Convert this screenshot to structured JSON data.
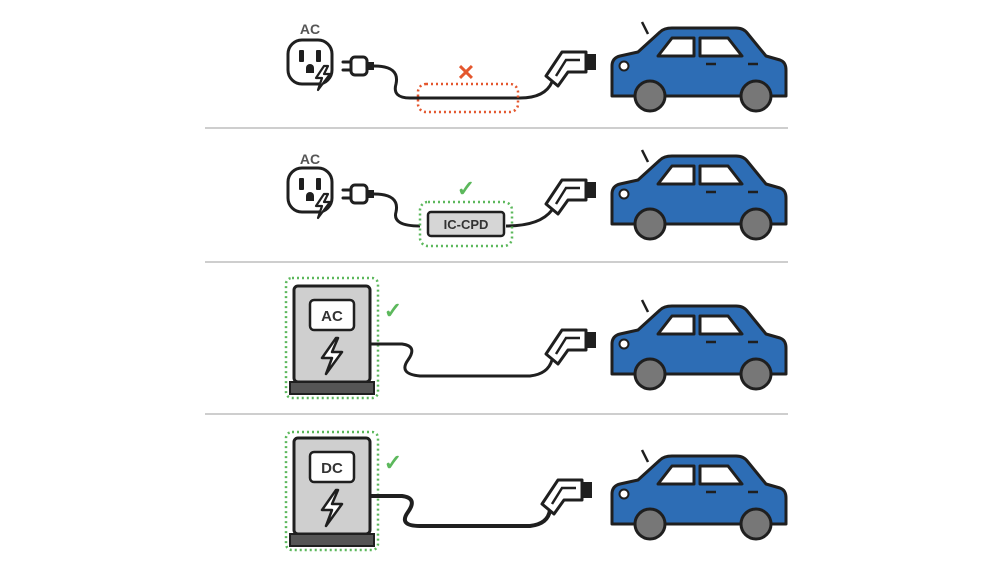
{
  "rows": [
    {
      "id": "row-ac-outlet-direct",
      "source": {
        "kind": "outlet",
        "label": "AC"
      },
      "inline_box": {
        "kind": "empty",
        "status": "cross"
      },
      "status_symbol": "✕"
    },
    {
      "id": "row-ac-outlet-icpd",
      "source": {
        "kind": "outlet",
        "label": "AC"
      },
      "inline_box": {
        "kind": "device",
        "label": "IC-CPD",
        "status": "check"
      },
      "status_symbol": "✓"
    },
    {
      "id": "row-ac-station",
      "source": {
        "kind": "station",
        "label": "AC",
        "status": "check"
      },
      "status_symbol": "✓"
    },
    {
      "id": "row-dc-station",
      "source": {
        "kind": "station",
        "label": "DC",
        "status": "check"
      },
      "status_symbol": "✓"
    }
  ],
  "colors": {
    "car_body": "#2d6db5",
    "outline": "#1f1f1f",
    "ok_green": "#5cb85c",
    "bad_red": "#e4572e",
    "station_fill": "#cfcfcf",
    "divider": "#bdbdbd"
  }
}
